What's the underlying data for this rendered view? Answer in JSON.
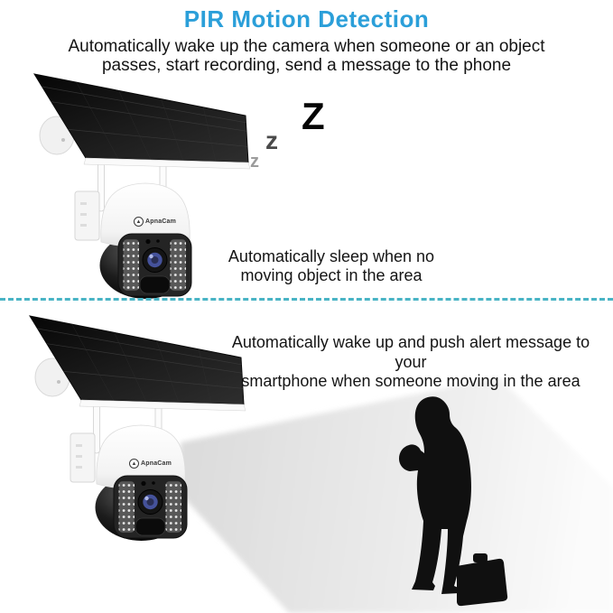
{
  "header": {
    "title": "PIR Motion Detection",
    "subtitle_line1": "Automatically wake up the camera when someone or an object",
    "subtitle_line2": "passes, start recording, send a message to the phone"
  },
  "brand": {
    "name": "ApnaCam"
  },
  "sleep_section": {
    "zzz_large": "Z",
    "zzz_medium": "z",
    "zzz_small": "z",
    "caption_line1": "Automatically sleep when no",
    "caption_line2": "moving object in the area"
  },
  "alert_section": {
    "caption_line1": "Automatically wake up and push alert message to your",
    "caption_line2": "smartphone when someone moving in the area"
  },
  "colors": {
    "title_blue": "#2b9fd9",
    "divider_teal": "#49b4c5",
    "silhouette_black": "#101010",
    "beam_gray": "#e6e6e6",
    "camera_lens_blue": "#45529b"
  }
}
